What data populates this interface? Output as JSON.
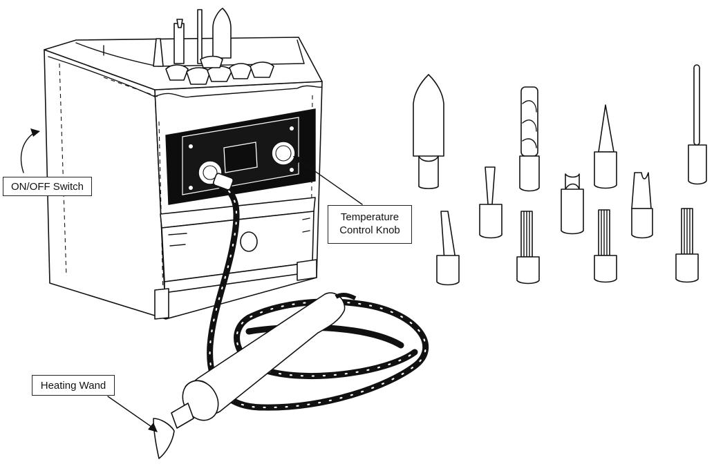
{
  "labels": {
    "on_off_switch": "ON/OFF Switch",
    "temperature_control_knob_line1": "Temperature",
    "temperature_control_knob_line2": "Control Knob",
    "heating_wand": "Heating Wand"
  },
  "colors": {
    "line": "#111111",
    "panel": "#0d0d0d",
    "background": "#ffffff"
  },
  "icons": [
    "heat-station",
    "heating-wand",
    "power-cord",
    "pointed-tip",
    "round-rod-tip",
    "blade-tip",
    "spiral-tip",
    "cone-tip",
    "split-tip",
    "gouge-tip"
  ]
}
